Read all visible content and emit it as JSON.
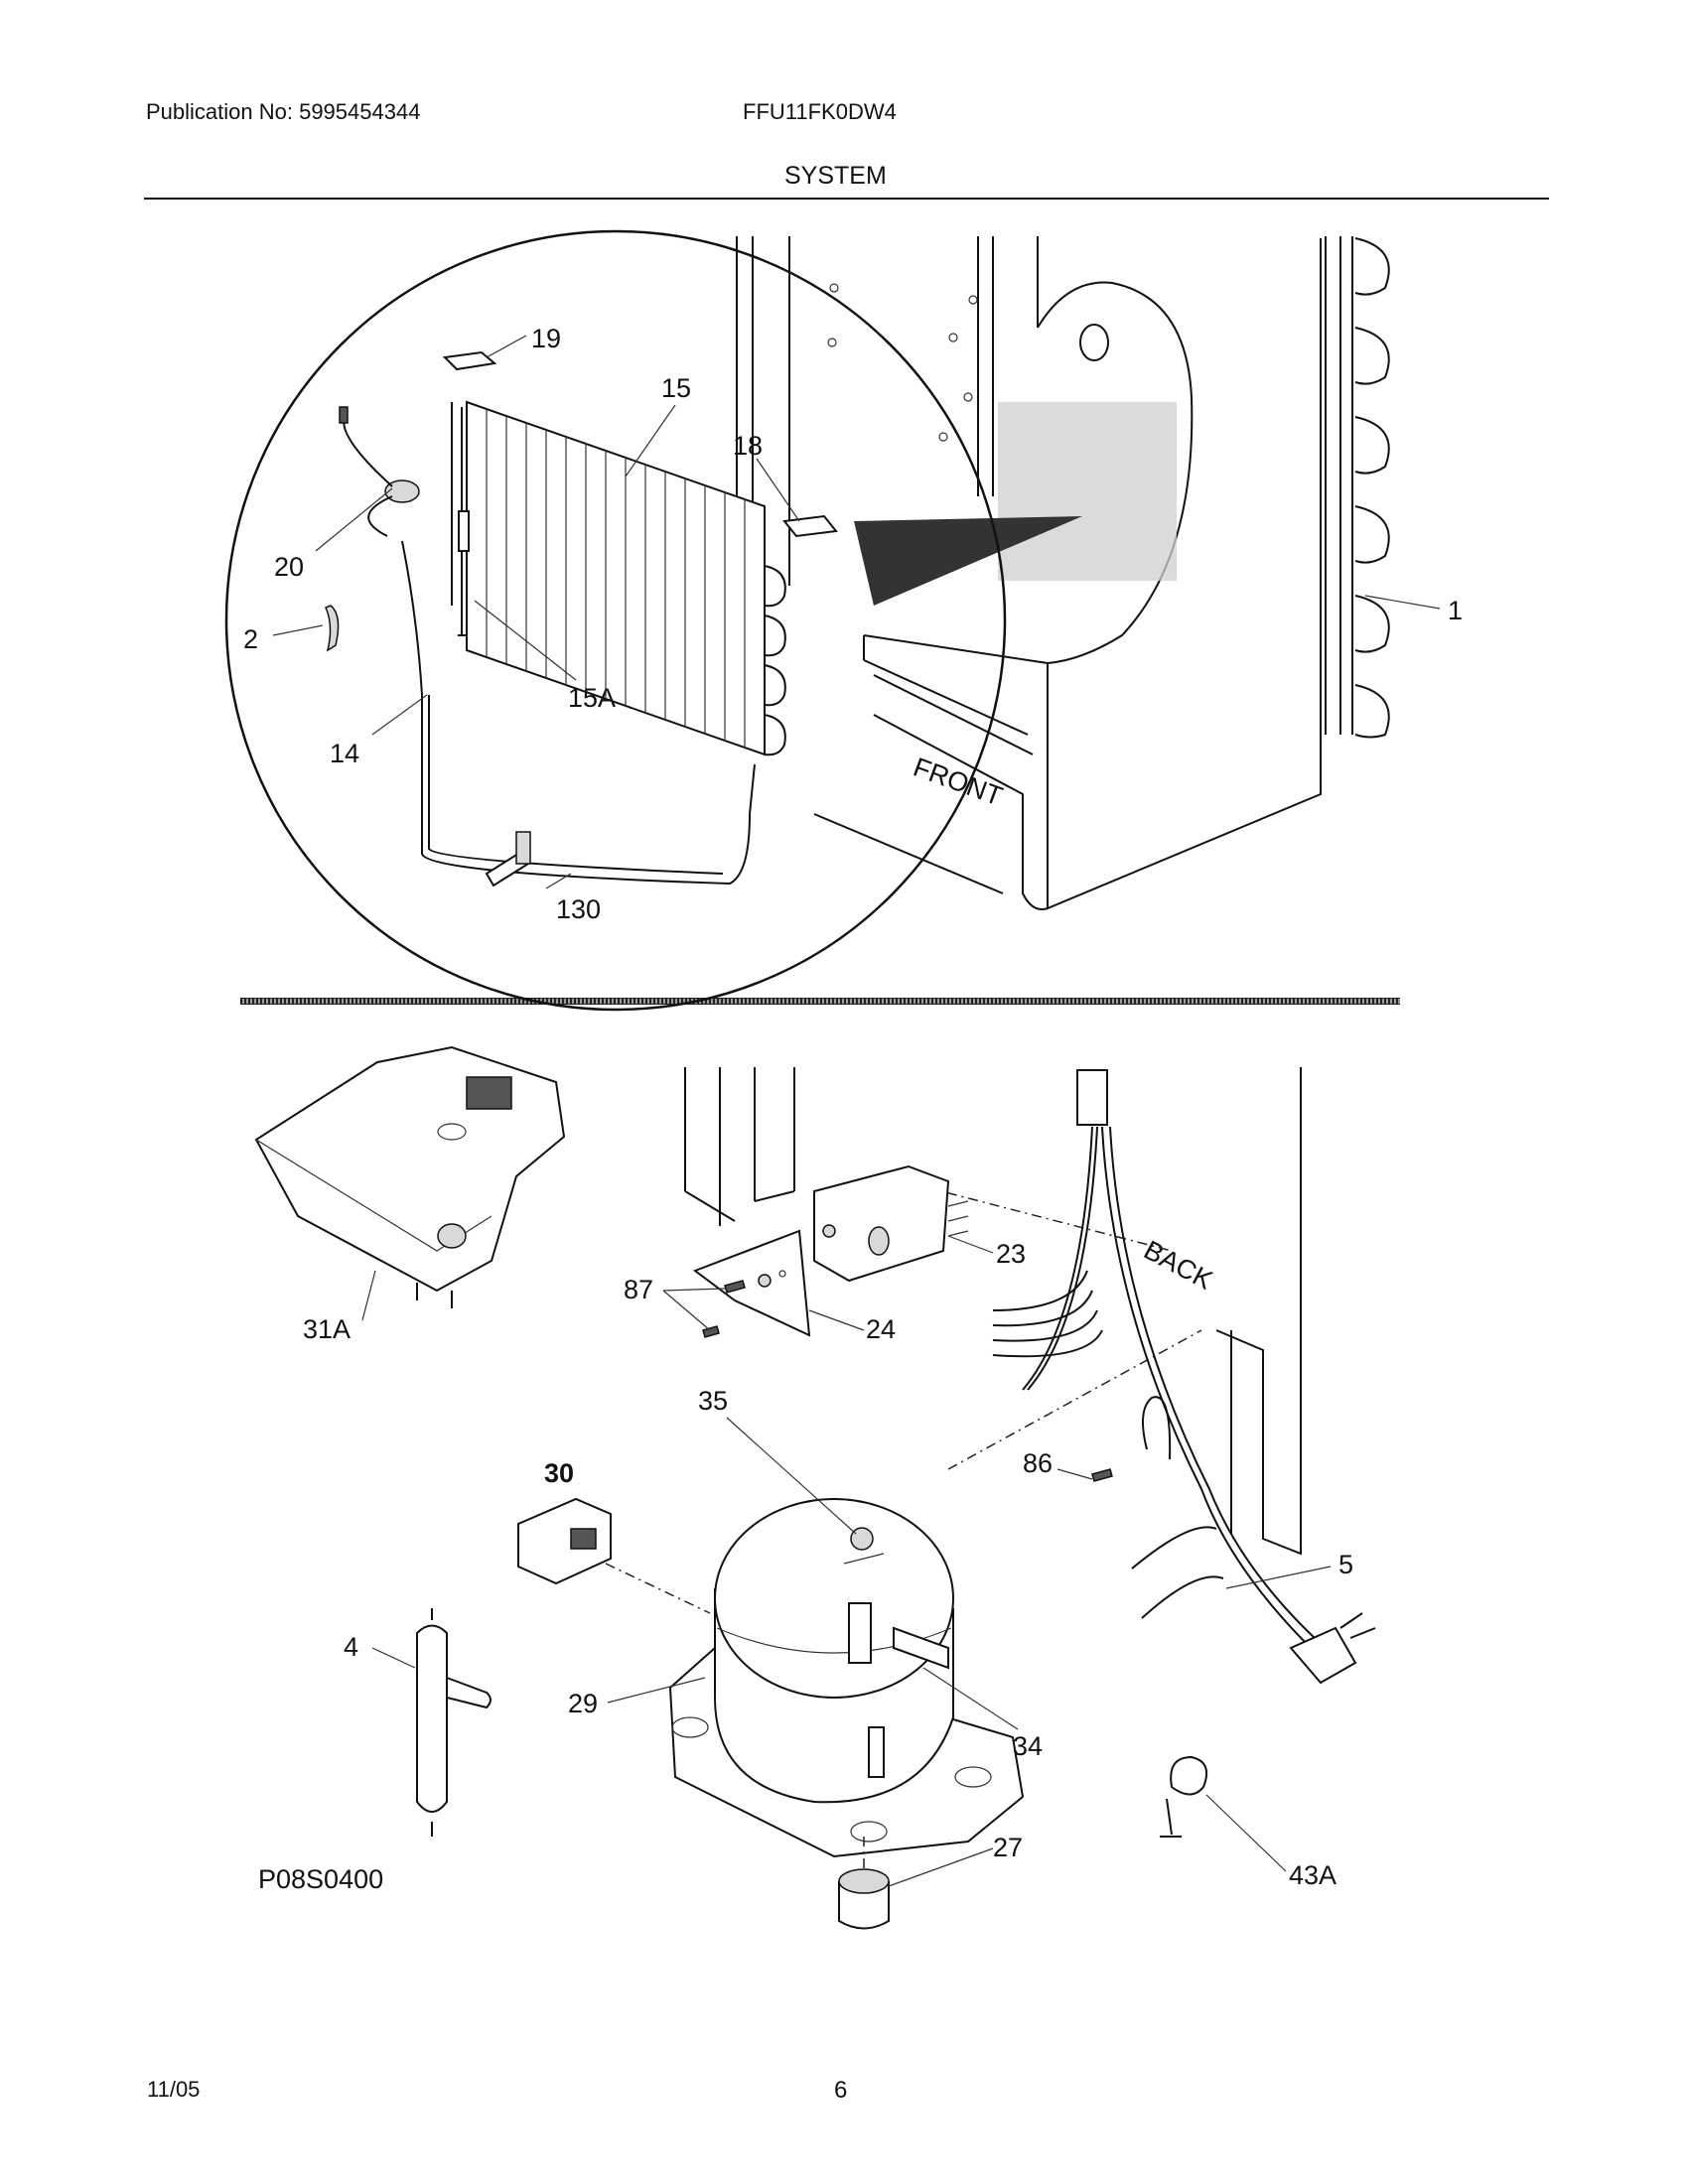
{
  "header": {
    "publication": "Publication No: 5995454344",
    "model": "FFU11FK0DW4",
    "section_title": "SYSTEM"
  },
  "diagram_code": "P08S0400",
  "footer": {
    "date": "11/05",
    "page": "6"
  },
  "cabinet_labels": {
    "front": "FRONT",
    "back": "BACK"
  },
  "callouts": {
    "c1": "1",
    "c2": "2",
    "c14": "14",
    "c15": "15",
    "c15A": "15A",
    "c18": "18",
    "c19": "19",
    "c20": "20",
    "c130": "130",
    "c31A": "31A",
    "c87": "87",
    "c24": "24",
    "c23": "23",
    "c35": "35",
    "c30": "30",
    "c86": "86",
    "c5": "5",
    "c4": "4",
    "c29": "29",
    "c34": "34",
    "c27": "27",
    "c43A": "43A"
  }
}
